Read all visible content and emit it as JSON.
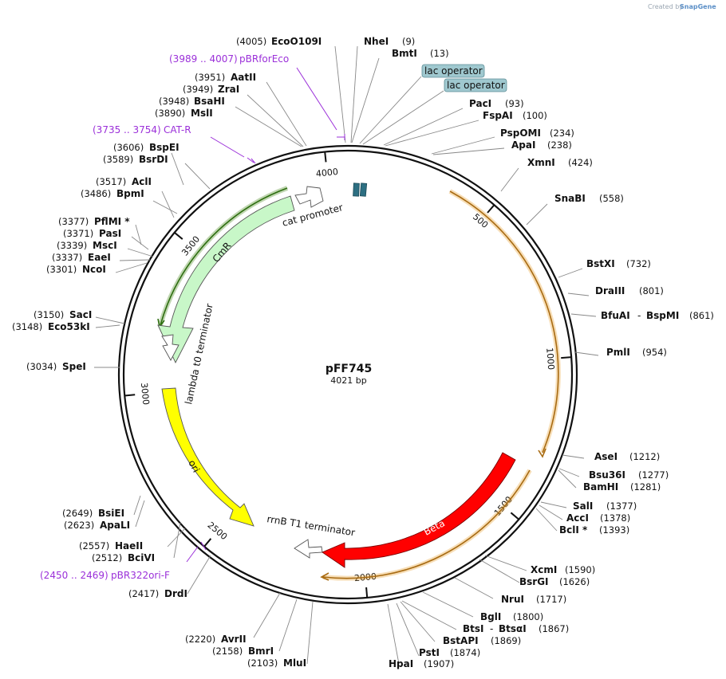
{
  "app": {
    "credit_prefix": "Created by",
    "credit_brand": "SnapGene",
    "brand_color": "#5b8fc7"
  },
  "map": {
    "name": "pFF745",
    "length_label": "4021 bp",
    "total_bp": 4021,
    "ticks": [
      {
        "bp": 500,
        "label": "500"
      },
      {
        "bp": 1000,
        "label": "1000"
      },
      {
        "bp": 1500,
        "label": "1500"
      },
      {
        "bp": 2000,
        "label": "2000"
      },
      {
        "bp": 2500,
        "label": "2500"
      },
      {
        "bp": 3000,
        "label": "3000"
      },
      {
        "bp": 3500,
        "label": "3500"
      },
      {
        "bp": 4000,
        "label": "4000"
      }
    ]
  },
  "features": [
    {
      "id": "beta",
      "label": "Beta",
      "color": "#ff0000",
      "kind": "cds",
      "label_inside": true
    },
    {
      "id": "cmr",
      "label": "CmR",
      "color": "#c8f7c8",
      "kind": "cds",
      "label_inside": true
    },
    {
      "id": "ori",
      "label": "ori",
      "color": "#ffff00",
      "kind": "origin",
      "label_inside": true
    },
    {
      "id": "cat-promoter",
      "label": "cat promoter",
      "color": "#ffffff",
      "kind": "promoter"
    },
    {
      "id": "lambda-t0",
      "label": "lambda t0 terminator",
      "color": "#ffffff",
      "kind": "terminator"
    },
    {
      "id": "rrnb-t1",
      "label": "rrnB T1 terminator",
      "color": "#ffffff",
      "kind": "terminator"
    },
    {
      "id": "lac-operator-1",
      "label": "lac operator",
      "color": "#9fc8cf",
      "kind": "operator"
    },
    {
      "id": "lac-operator-2",
      "label": "lac operator",
      "color": "#9fc8cf",
      "kind": "operator"
    }
  ],
  "orfs": [
    {
      "id": "orf-top",
      "color": "#e8a030"
    },
    {
      "id": "orf-right",
      "color": "#e8a030"
    },
    {
      "id": "orf-left",
      "color": "#4a8a20"
    }
  ],
  "primers": [
    {
      "range": "(3989 .. 4007)",
      "name": "pBRforEco"
    },
    {
      "range": "(3735 .. 3754)",
      "name": "CAT-R"
    },
    {
      "range": "(2450 .. 2469)",
      "name": "pBR322ori-F"
    }
  ],
  "sites": [
    {
      "name": "EcoO109I",
      "pos": "(4005)"
    },
    {
      "name": "NheI",
      "pos": "(9)"
    },
    {
      "name": "BmtI",
      "pos": "(13)"
    },
    {
      "name": "AatII",
      "pos": "(3951)"
    },
    {
      "name": "ZraI",
      "pos": "(3949)"
    },
    {
      "name": "BsaHI",
      "pos": "(3948)"
    },
    {
      "name": "MslI",
      "pos": "(3890)"
    },
    {
      "name": "PacI",
      "pos": "(93)"
    },
    {
      "name": "FspAI",
      "pos": "(100)"
    },
    {
      "name": "PspOMI",
      "pos": "(234)"
    },
    {
      "name": "ApaI",
      "pos": "(238)"
    },
    {
      "name": "XmnI",
      "pos": "(424)"
    },
    {
      "name": "BspEI",
      "pos": "(3606)"
    },
    {
      "name": "BsrDI",
      "pos": "(3589)"
    },
    {
      "name": "AclI",
      "pos": "(3517)"
    },
    {
      "name": "BpmI",
      "pos": "(3486)"
    },
    {
      "name": "SnaBI",
      "pos": "(558)"
    },
    {
      "name": "PflMI *",
      "pos": "(3377)"
    },
    {
      "name": "PasI",
      "pos": "(3371)"
    },
    {
      "name": "MscI",
      "pos": "(3339)"
    },
    {
      "name": "EaeI",
      "pos": "(3337)"
    },
    {
      "name": "NcoI",
      "pos": "(3301)"
    },
    {
      "name": "BstXI",
      "pos": "(732)"
    },
    {
      "name": "DraIII",
      "pos": "(801)"
    },
    {
      "name": "BfuAI",
      "pos": "(861)",
      "alt": "BspMI",
      "sep": "-"
    },
    {
      "name": "SacI",
      "pos": "(3150)"
    },
    {
      "name": "Eco53kI",
      "pos": "(3148)"
    },
    {
      "name": "PmlI",
      "pos": "(954)"
    },
    {
      "name": "SpeI",
      "pos": "(3034)"
    },
    {
      "name": "AseI",
      "pos": "(1212)"
    },
    {
      "name": "Bsu36I",
      "pos": "(1277)"
    },
    {
      "name": "BamHI",
      "pos": "(1281)"
    },
    {
      "name": "BsiEI",
      "pos": "(2649)"
    },
    {
      "name": "ApaLI",
      "pos": "(2623)"
    },
    {
      "name": "SalI",
      "pos": "(1377)"
    },
    {
      "name": "AccI",
      "pos": "(1378)"
    },
    {
      "name": "BclI *",
      "pos": "(1393)"
    },
    {
      "name": "HaeII",
      "pos": "(2557)"
    },
    {
      "name": "BciVI",
      "pos": "(2512)"
    },
    {
      "name": "XcmI",
      "pos": "(1590)"
    },
    {
      "name": "BsrGI",
      "pos": "(1626)"
    },
    {
      "name": "DrdI",
      "pos": "(2417)"
    },
    {
      "name": "NruI",
      "pos": "(1717)"
    },
    {
      "name": "BglI",
      "pos": "(1800)"
    },
    {
      "name": "BtsI",
      "pos": "(1867)",
      "alt": "BtsαI",
      "sep": "-"
    },
    {
      "name": "BstAPI",
      "pos": "(1869)"
    },
    {
      "name": "AvrII",
      "pos": "(2220)"
    },
    {
      "name": "BmrI",
      "pos": "(2158)"
    },
    {
      "name": "PstI",
      "pos": "(1874)"
    },
    {
      "name": "MluI",
      "pos": "(2103)"
    },
    {
      "name": "HpaI",
      "pos": "(1907)"
    }
  ]
}
